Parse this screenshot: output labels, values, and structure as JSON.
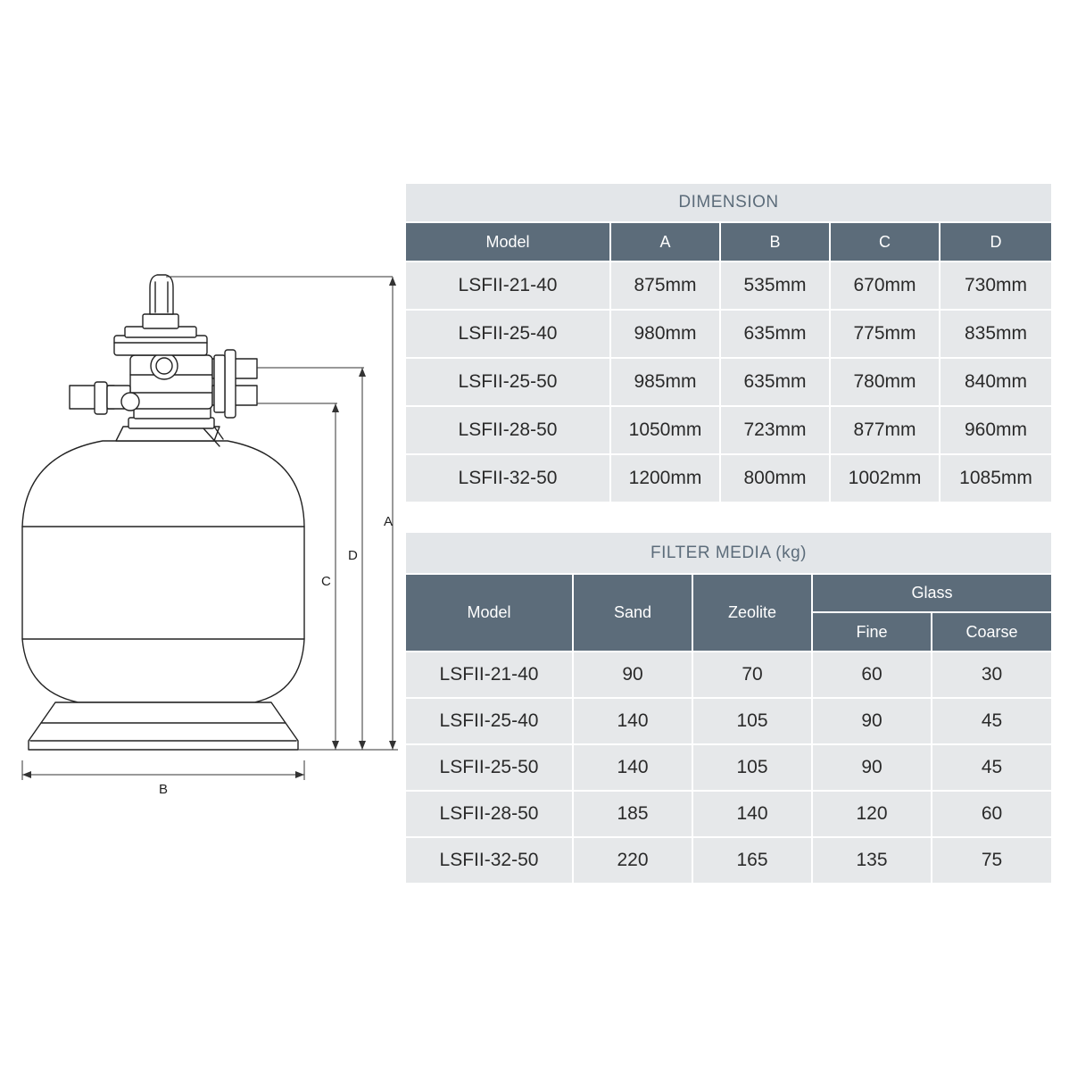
{
  "drawing": {
    "dimension_labels": {
      "a": "A",
      "b": "B",
      "c": "C",
      "d": "D"
    }
  },
  "dimension_table": {
    "title": "DIMENSION",
    "headers": [
      "Model",
      "A",
      "B",
      "C",
      "D"
    ],
    "rows": [
      [
        "LSFII-21-40",
        "875mm",
        "535mm",
        "670mm",
        "730mm"
      ],
      [
        "LSFII-25-40",
        "980mm",
        "635mm",
        "775mm",
        "835mm"
      ],
      [
        "LSFII-25-50",
        "985mm",
        "635mm",
        "780mm",
        "840mm"
      ],
      [
        "LSFII-28-50",
        "1050mm",
        "723mm",
        "877mm",
        "960mm"
      ],
      [
        "LSFII-32-50",
        "1200mm",
        "800mm",
        "1002mm",
        "1085mm"
      ]
    ]
  },
  "media_table": {
    "title": "FILTER MEDIA (kg)",
    "headers": {
      "model": "Model",
      "sand": "Sand",
      "zeolite": "Zeolite",
      "glass": "Glass",
      "fine": "Fine",
      "coarse": "Coarse"
    },
    "rows": [
      [
        "LSFII-21-40",
        "90",
        "70",
        "60",
        "30"
      ],
      [
        "LSFII-25-40",
        "140",
        "105",
        "90",
        "45"
      ],
      [
        "LSFII-25-50",
        "140",
        "105",
        "90",
        "45"
      ],
      [
        "LSFII-28-50",
        "185",
        "140",
        "120",
        "60"
      ],
      [
        "LSFII-32-50",
        "220",
        "165",
        "135",
        "75"
      ]
    ]
  }
}
